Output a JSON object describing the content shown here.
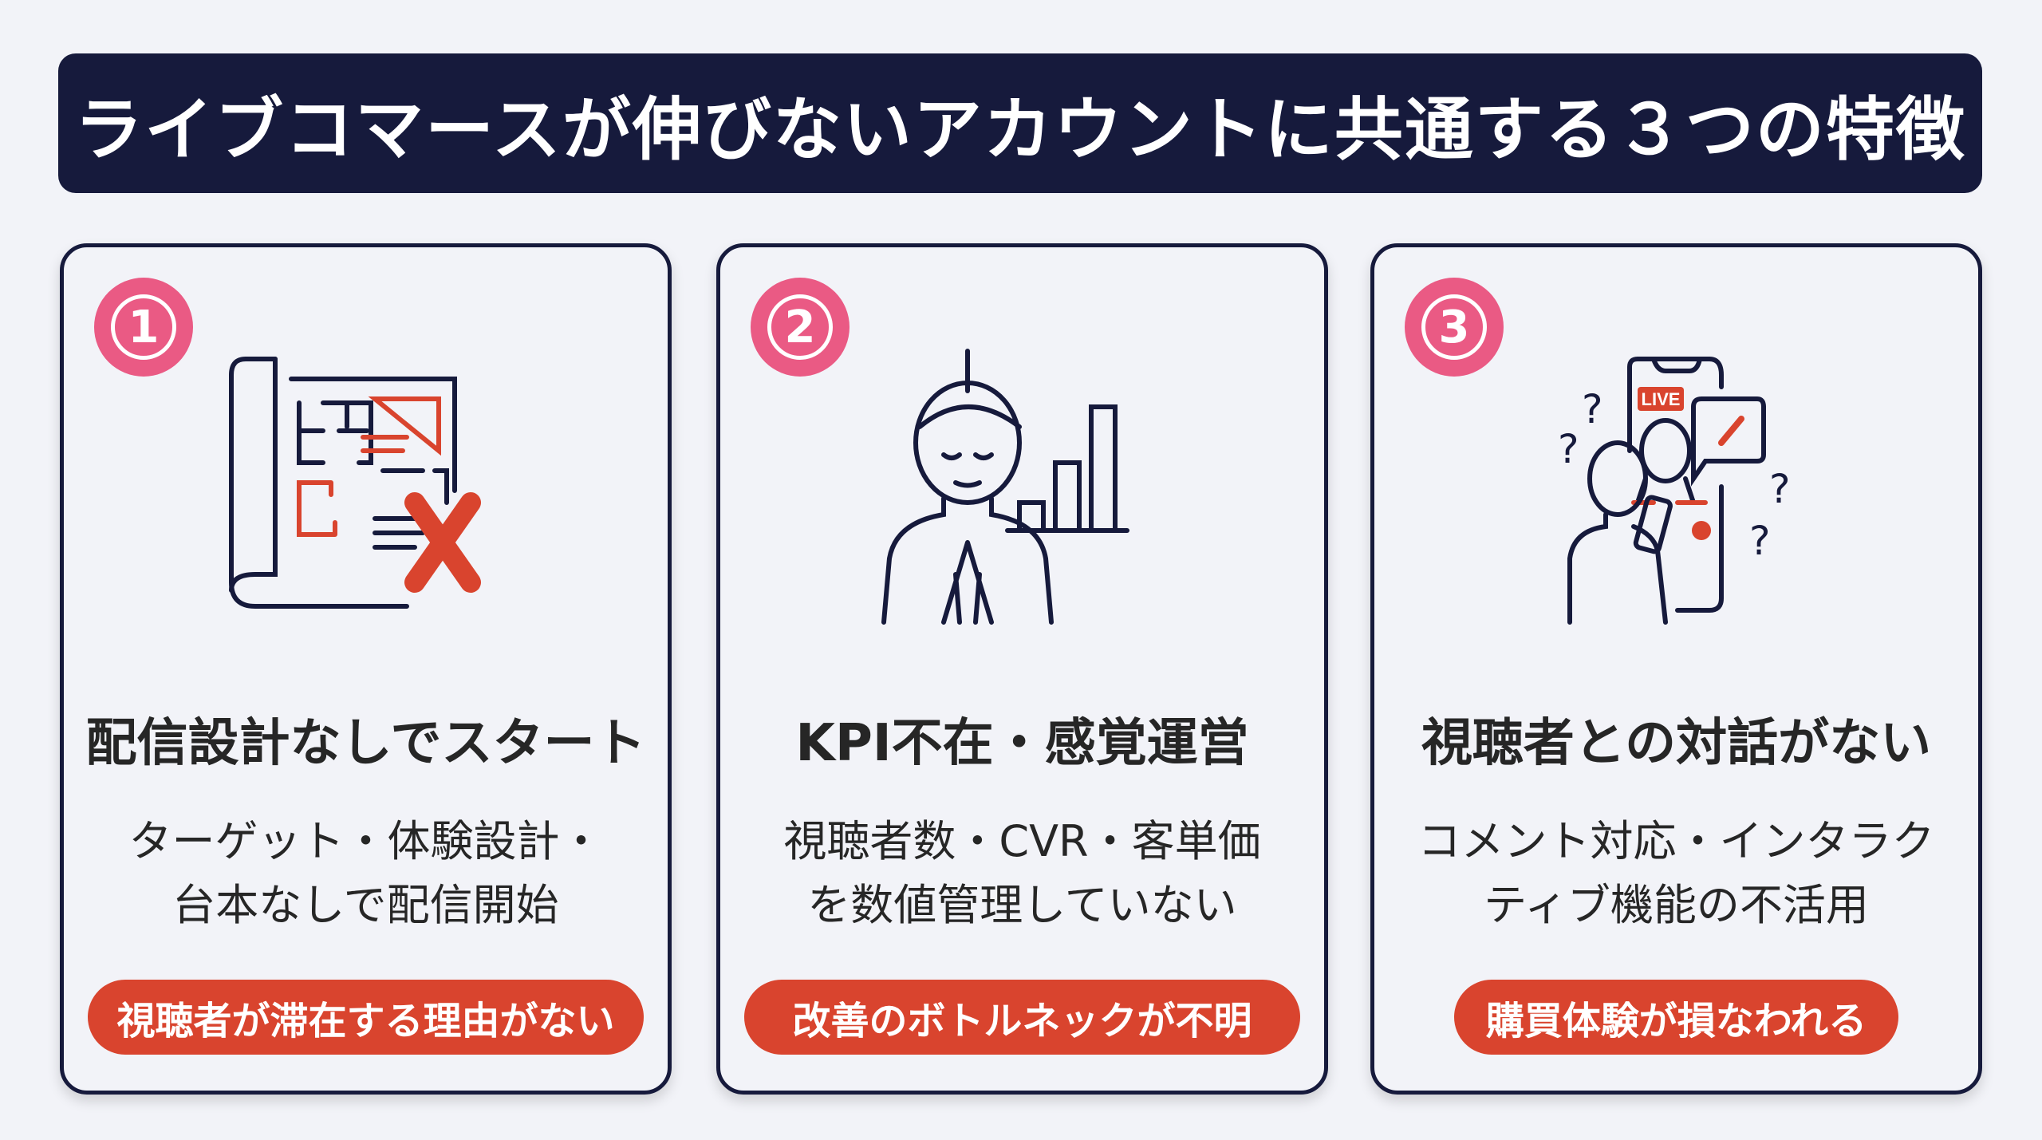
{
  "title": "ライブコマースが伸びないアカウントに共通する３つの特徴",
  "colors": {
    "navy": "#161a3c",
    "badge": "#ea5a84",
    "accent": "#d9442e"
  },
  "cards": [
    {
      "number": "1",
      "icon": "blueprint-x-icon",
      "heading": "配信設計なしでスタート",
      "body": [
        "ターゲット・体験設計・",
        "台本なしで配信開始"
      ],
      "result": "視聴者が滞在する理由がない"
    },
    {
      "number": "2",
      "icon": "praying-person-chart-icon",
      "heading": "KPI不在・感覚運営",
      "body": [
        "視聴者数・CVR・客単価",
        "を数値管理していない"
      ],
      "result": "改善のボトルネックが不明"
    },
    {
      "number": "3",
      "icon": "live-phone-viewer-icon",
      "live_label": "LIVE",
      "heading": "視聴者との対話がない",
      "body": [
        "コメント対応・インタラク",
        "ティブ機能の不活用"
      ],
      "result": "購買体験が損なわれる"
    }
  ]
}
